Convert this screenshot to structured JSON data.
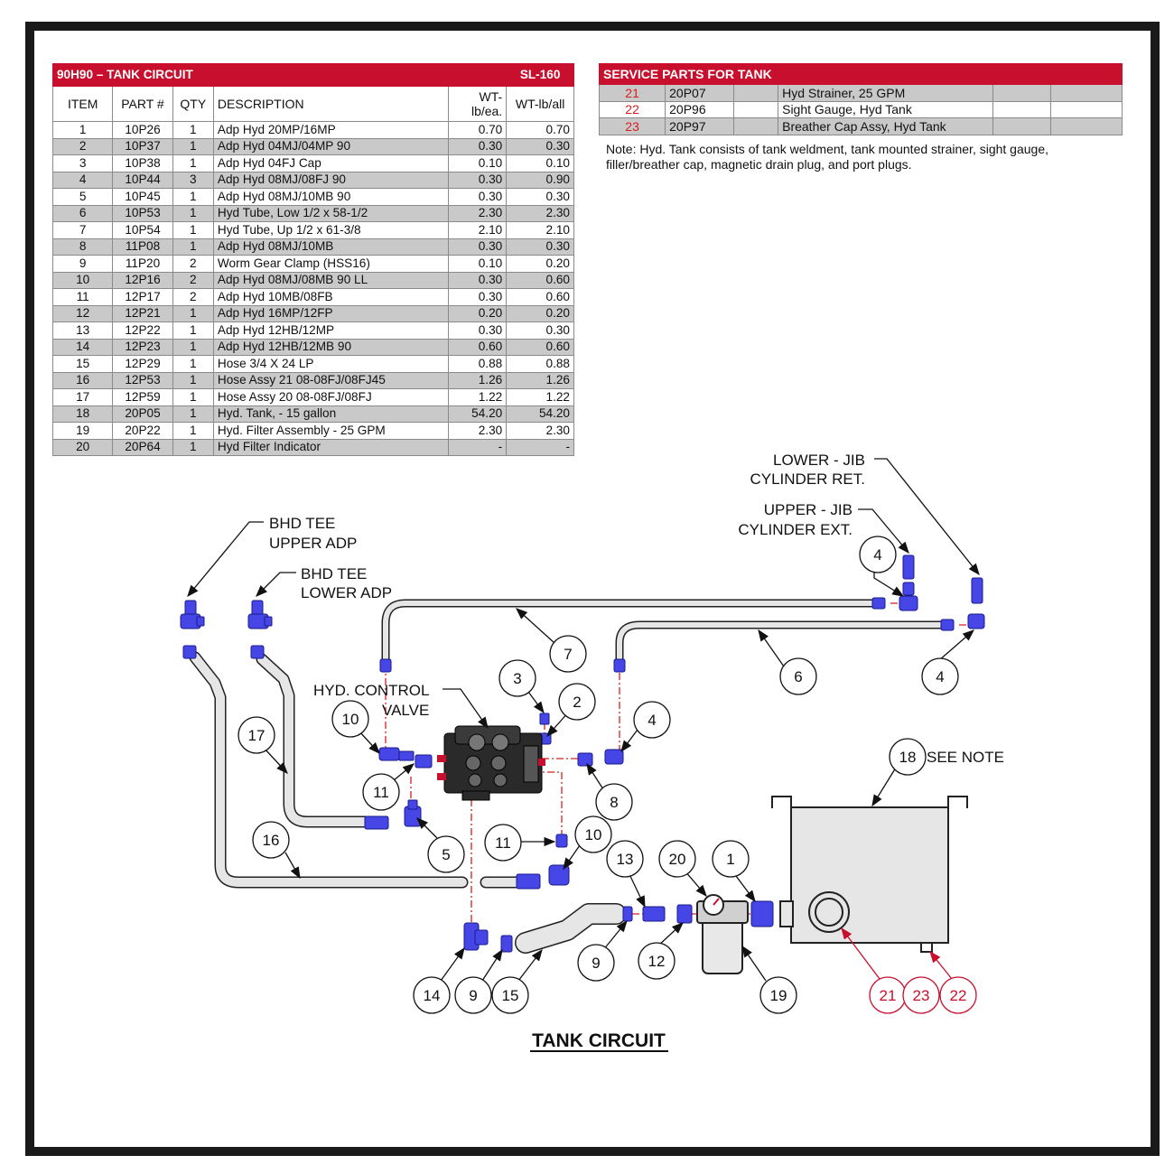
{
  "parts_table": {
    "title": "90H90 – TANK CIRCUIT",
    "sheet": "SL-160",
    "columns": [
      "ITEM",
      "PART #",
      "QTY",
      "DESCRIPTION",
      "WT-lb/ea.",
      "WT-lb/all"
    ],
    "rows": [
      {
        "item": "1",
        "part": "10P26",
        "qty": "1",
        "desc": "Adp Hyd 20MP/16MP",
        "wt_ea": "0.70",
        "wt_all": "0.70"
      },
      {
        "item": "2",
        "part": "10P37",
        "qty": "1",
        "desc": "Adp Hyd 04MJ/04MP 90",
        "wt_ea": "0.30",
        "wt_all": "0.30"
      },
      {
        "item": "3",
        "part": "10P38",
        "qty": "1",
        "desc": "Adp Hyd 04FJ Cap",
        "wt_ea": "0.10",
        "wt_all": "0.10"
      },
      {
        "item": "4",
        "part": "10P44",
        "qty": "3",
        "desc": "Adp Hyd 08MJ/08FJ 90",
        "wt_ea": "0.30",
        "wt_all": "0.90"
      },
      {
        "item": "5",
        "part": "10P45",
        "qty": "1",
        "desc": "Adp Hyd 08MJ/10MB 90",
        "wt_ea": "0.30",
        "wt_all": "0.30"
      },
      {
        "item": "6",
        "part": "10P53",
        "qty": "1",
        "desc": "Hyd Tube, Low 1/2 x 58-1/2",
        "wt_ea": "2.30",
        "wt_all": "2.30"
      },
      {
        "item": "7",
        "part": "10P54",
        "qty": "1",
        "desc": "Hyd Tube, Up 1/2 x 61-3/8",
        "wt_ea": "2.10",
        "wt_all": "2.10"
      },
      {
        "item": "8",
        "part": "11P08",
        "qty": "1",
        "desc": "Adp Hyd 08MJ/10MB",
        "wt_ea": "0.30",
        "wt_all": "0.30"
      },
      {
        "item": "9",
        "part": "11P20",
        "qty": "2",
        "desc": "Worm Gear Clamp (HSS16)",
        "wt_ea": "0.10",
        "wt_all": "0.20"
      },
      {
        "item": "10",
        "part": "12P16",
        "qty": "2",
        "desc": "Adp Hyd 08MJ/08MB 90 LL",
        "wt_ea": "0.30",
        "wt_all": "0.60"
      },
      {
        "item": "11",
        "part": "12P17",
        "qty": "2",
        "desc": "Adp Hyd 10MB/08FB",
        "wt_ea": "0.30",
        "wt_all": "0.60"
      },
      {
        "item": "12",
        "part": "12P21",
        "qty": "1",
        "desc": "Adp Hyd 16MP/12FP",
        "wt_ea": "0.20",
        "wt_all": "0.20"
      },
      {
        "item": "13",
        "part": "12P22",
        "qty": "1",
        "desc": "Adp Hyd 12HB/12MP",
        "wt_ea": "0.30",
        "wt_all": "0.30"
      },
      {
        "item": "14",
        "part": "12P23",
        "qty": "1",
        "desc": "Adp Hyd 12HB/12MB 90",
        "wt_ea": "0.60",
        "wt_all": "0.60"
      },
      {
        "item": "15",
        "part": "12P29",
        "qty": "1",
        "desc": "Hose 3/4  X 24 LP",
        "wt_ea": "0.88",
        "wt_all": "0.88"
      },
      {
        "item": "16",
        "part": "12P53",
        "qty": "1",
        "desc": "Hose Assy 21 08-08FJ/08FJ45",
        "wt_ea": "1.26",
        "wt_all": "1.26"
      },
      {
        "item": "17",
        "part": "12P59",
        "qty": "1",
        "desc": "Hose Assy 20 08-08FJ/08FJ",
        "wt_ea": "1.22",
        "wt_all": "1.22"
      },
      {
        "item": "18",
        "part": "20P05",
        "qty": "1",
        "desc": "Hyd. Tank, - 15 gallon",
        "wt_ea": "54.20",
        "wt_all": "54.20"
      },
      {
        "item": "19",
        "part": "20P22",
        "qty": "1",
        "desc": "Hyd. Filter Assembly - 25 GPM",
        "wt_ea": "2.30",
        "wt_all": "2.30"
      },
      {
        "item": "20",
        "part": "20P64",
        "qty": "1",
        "desc": "Hyd Filter Indicator",
        "wt_ea": "-",
        "wt_all": "-"
      }
    ]
  },
  "service_table": {
    "title": "SERVICE PARTS FOR TANK",
    "rows": [
      {
        "item": "21",
        "part": "20P07",
        "desc": "Hyd Strainer, 25 GPM"
      },
      {
        "item": "22",
        "part": "20P96",
        "desc": "Sight Gauge, Hyd Tank"
      },
      {
        "item": "23",
        "part": "20P97",
        "desc": "Breather Cap Assy, Hyd Tank"
      }
    ]
  },
  "note": "Note: Hyd. Tank consists of tank weldment, tank mounted strainer, sight gauge, filler/breather cap, magnetic drain plug, and port plugs.",
  "diagram": {
    "title": "TANK CIRCUIT",
    "labels": {
      "bhd_upper_1": "BHD TEE",
      "bhd_upper_2": "UPPER ADP",
      "bhd_lower_1": "BHD TEE",
      "bhd_lower_2": "LOWER ADP",
      "valve_1": "HYD. CONTROL",
      "valve_2": "VALVE",
      "jib_lower_1": "LOWER - JIB",
      "jib_lower_2": "CYLINDER RET.",
      "jib_upper_1": "UPPER - JIB",
      "jib_upper_2": "CYLINDER EXT.",
      "see_note": "SEE NOTE"
    },
    "callouts": [
      "4",
      "7",
      "6",
      "4",
      "3",
      "2",
      "4",
      "10",
      "17",
      "11",
      "8",
      "5",
      "16",
      "11",
      "10",
      "13",
      "20",
      "1",
      "18",
      "14",
      "9",
      "15",
      "9",
      "12",
      "19"
    ],
    "service_callouts": [
      "21",
      "23",
      "22"
    ]
  },
  "colors": {
    "brand_red": "#c8102e",
    "fitting_blue": "#2f2fd6",
    "hose_gray": "#d9d9d9",
    "row_gray": "#c9c9c9",
    "red_dash": "#d81e1e"
  }
}
